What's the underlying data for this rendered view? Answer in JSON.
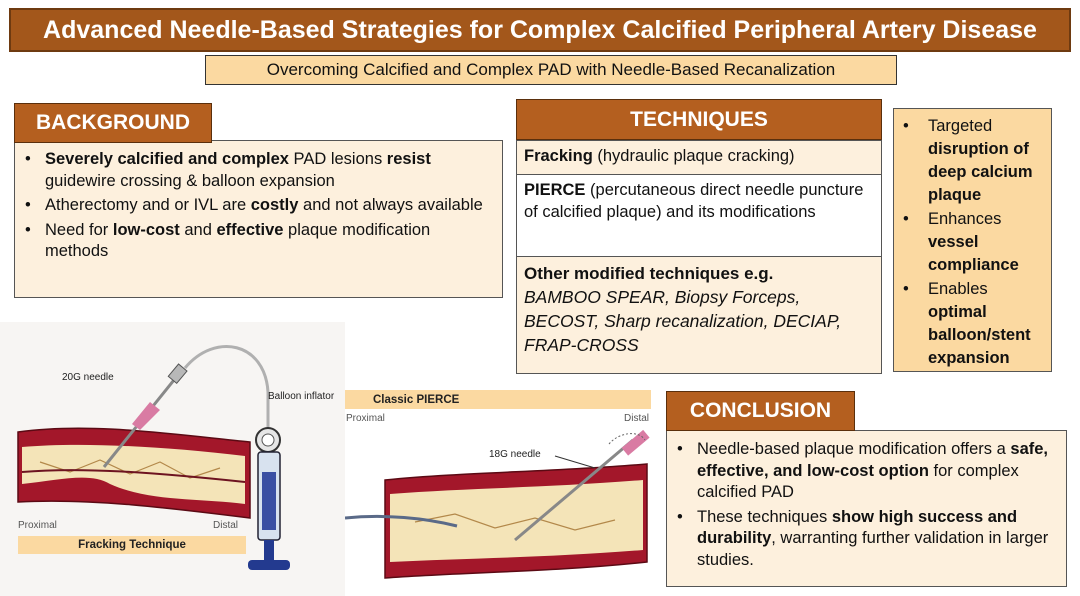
{
  "title": "Advanced Needle-Based Strategies for Complex Calcified Peripheral Artery Disease",
  "subtitle": "Overcoming Calcified and Complex PAD with Needle-Based Recanalization",
  "background": {
    "heading": "BACKGROUND",
    "items": [
      {
        "b1": "Severely calcified and complex",
        "t1": " PAD lesions ",
        "b2": "resist",
        "t2": " guidewire crossing & balloon expansion"
      },
      {
        "t1": "Atherectomy and or IVL are ",
        "b1": "costly",
        "t2": " and not always available"
      },
      {
        "t1": "Need for ",
        "b1": "low-cost",
        "t2": " and ",
        "b2": "effective",
        "t3": " plaque modification methods"
      }
    ]
  },
  "techniques": {
    "heading": "TECHNIQUES",
    "fracking": {
      "name": "Fracking",
      "desc": " (hydraulic plaque cracking)"
    },
    "pierce": {
      "name": "PIERCE",
      "desc": " (percutaneous direct needle puncture of calcified plaque) and its modifications"
    },
    "other": {
      "name": "Other modified techniques e.g.",
      "list": "BAMBOO SPEAR, Biopsy Forceps, BECOST, Sharp recanalization, DECIAP, FRAP-CROSS"
    }
  },
  "benefits": [
    {
      "t": "Targeted ",
      "b": "disruption of deep calcium plaque"
    },
    {
      "t": "Enhances ",
      "b": "vessel compliance"
    },
    {
      "t": "Enables ",
      "b": "optimal balloon/stent expansion"
    }
  ],
  "conclusion": {
    "heading": "CONCLUSION",
    "items": [
      {
        "t1": "Needle-based plaque modification offers a ",
        "b1": "safe, effective, and low-cost option",
        "t2": " for complex calcified PAD"
      },
      {
        "t1": "These techniques ",
        "b1": "show high success and durability",
        "t2": ", warranting further validation in larger studies."
      }
    ]
  },
  "figure_left": {
    "needle_label": "20G needle",
    "inflator_label": "Balloon inflator",
    "proximal": "Proximal",
    "distal": "Distal",
    "caption": "Fracking Technique"
  },
  "figure_right": {
    "caption": "Classic PIERCE",
    "proximal": "Proximal",
    "distal": "Distal",
    "needle_label": "18G needle"
  },
  "colors": {
    "header_brown": "#b45f1f",
    "title_brown": "#a3571b",
    "panel_cream": "#fdf0dd",
    "band_peach": "#fbd9a1",
    "vessel_red": "#a3172a",
    "plaque_cream": "#f4e4b8"
  }
}
